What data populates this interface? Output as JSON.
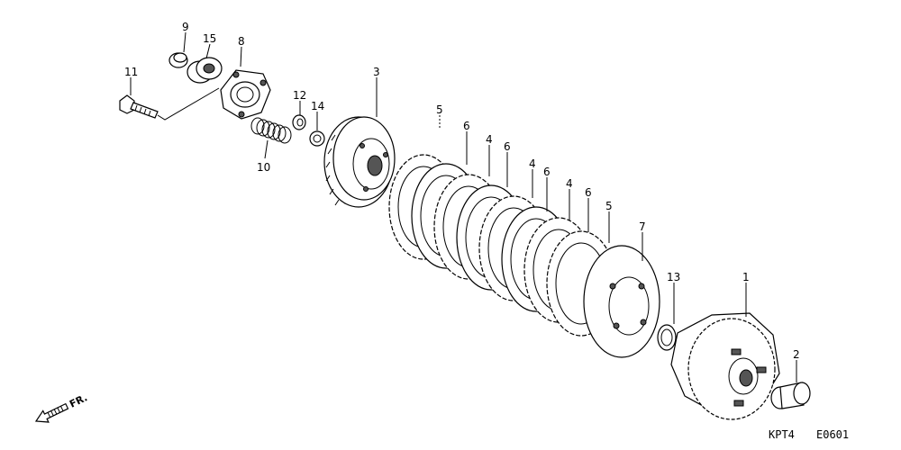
{
  "labels": {
    "p1": "1",
    "p2": "2",
    "p3": "3",
    "p4a": "4",
    "p4b": "4",
    "p4c": "4",
    "p5a": "5",
    "p5b": "5",
    "p6a": "6",
    "p6b": "6",
    "p6c": "6",
    "p6d": "6",
    "p7": "7",
    "p8": "8",
    "p9": "9",
    "p10": "10",
    "p11": "11",
    "p12": "12",
    "p13": "13",
    "p14": "14",
    "p15": "15"
  },
  "direction": {
    "text": "FR."
  },
  "codes": {
    "left": "KPT4",
    "right": "E0601"
  }
}
